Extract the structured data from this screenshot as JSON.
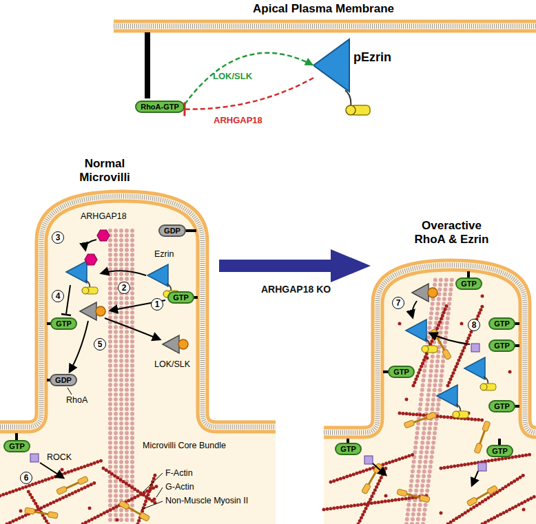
{
  "diagram": {
    "nodes": [
      {
        "text": [
          "RhoA-GTP"
        ]
      },
      {
        "text": [
          "pEzrin"
        ]
      },
      {
        "text": [
          "GDP"
        ]
      },
      {
        "text": [
          "GTP"
        ]
      },
      {
        "text": [
          "GTP"
        ]
      },
      {
        "text": [
          "GDP"
        ]
      },
      {
        "text": [
          "GTP"
        ]
      },
      {
        "text": [
          "GTP"
        ]
      },
      {
        "text": [
          "GTP"
        ]
      },
      {
        "text": [
          "GTP"
        ]
      },
      {
        "text": [
          "GTP"
        ]
      },
      {
        "text": [
          "GTP"
        ]
      },
      {
        "text": [
          "GTP"
        ]
      },
      {
        "text": [
          "GTP"
        ]
      }
    ],
    "edges": [
      {
        "from": 0,
        "to": 1,
        "label": "LOK/SLK",
        "arrow": "to"
      },
      {
        "from": 1,
        "to": 0,
        "label": "ARHGAP18",
        "arrow": "to"
      }
    ],
    "labels": [
      "Apical Plasma Membrane",
      "Normal Microvilli",
      "ARHGAP18",
      "Ezrin",
      "LOK/SLK",
      "RhoA",
      "ROCK",
      "Microvilli Core Bundle",
      "F-Actin",
      "G-Actin",
      "Non-Muscle Myosin II",
      "ARHGAP18 KO",
      "Overactive RhoA & Ezrin",
      "1",
      "2",
      "3",
      "4",
      "5",
      "6",
      "7",
      "8"
    ]
  }
}
